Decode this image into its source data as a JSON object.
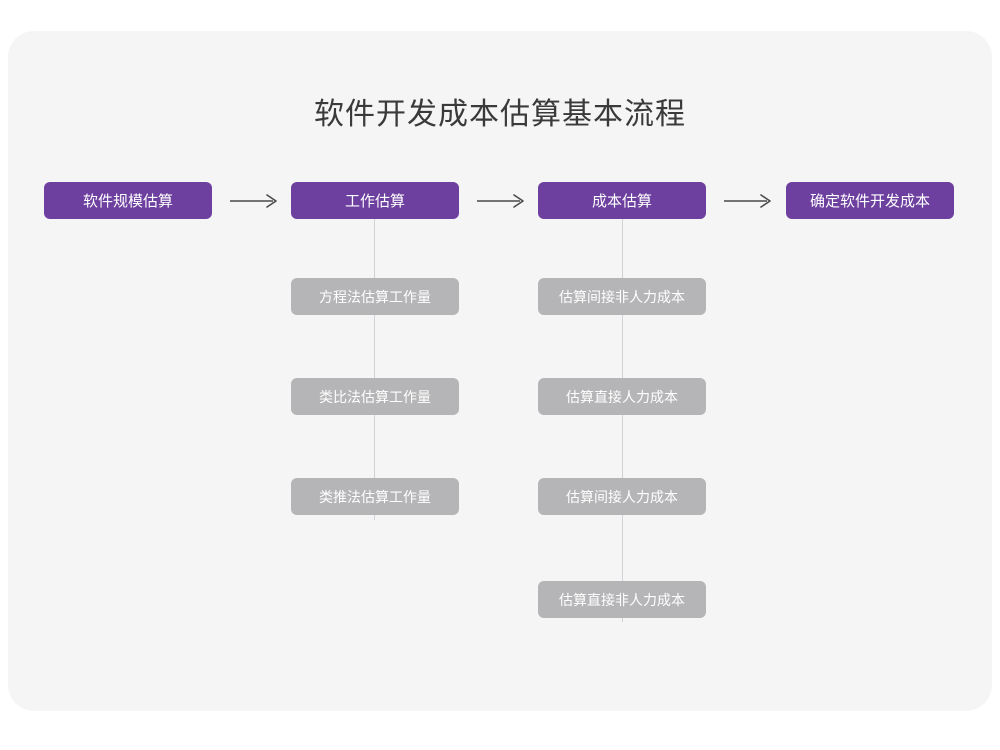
{
  "page": {
    "title": "软件开发成本估算基本流程",
    "background_color": "#ffffff",
    "card_color": "#f5f5f6",
    "primary_color": "#6d3f9f",
    "secondary_color": "#b5b5b7",
    "connector_color": "#d2d2d4",
    "arrow_color": "#4a4a4a"
  },
  "chart_data": {
    "type": "diagram",
    "title": "软件开发成本估算基本流程",
    "orientation": "left-to-right with vertical sub-branches",
    "main_flow": [
      {
        "id": "step1",
        "label": "软件规模估算"
      },
      {
        "id": "step2",
        "label": "工作估算"
      },
      {
        "id": "step3",
        "label": "成本估算"
      },
      {
        "id": "step4",
        "label": "确定软件开发成本"
      }
    ],
    "arrows": [
      {
        "from": "step1",
        "to": "step2",
        "glyph": "⟶"
      },
      {
        "from": "step2",
        "to": "step3",
        "glyph": "⟶"
      },
      {
        "from": "step3",
        "to": "step4",
        "glyph": "⟶"
      }
    ],
    "branches": [
      {
        "parent": "step2",
        "items": [
          {
            "label": "方程法估算工作量"
          },
          {
            "label": "类比法估算工作量"
          },
          {
            "label": "类推法估算工作量"
          }
        ]
      },
      {
        "parent": "step3",
        "items": [
          {
            "label": "估算间接非人力成本"
          },
          {
            "label": "估算直接人力成本"
          },
          {
            "label": "估算间接人力成本"
          },
          {
            "label": "估算直接非人力成本"
          }
        ]
      }
    ]
  }
}
